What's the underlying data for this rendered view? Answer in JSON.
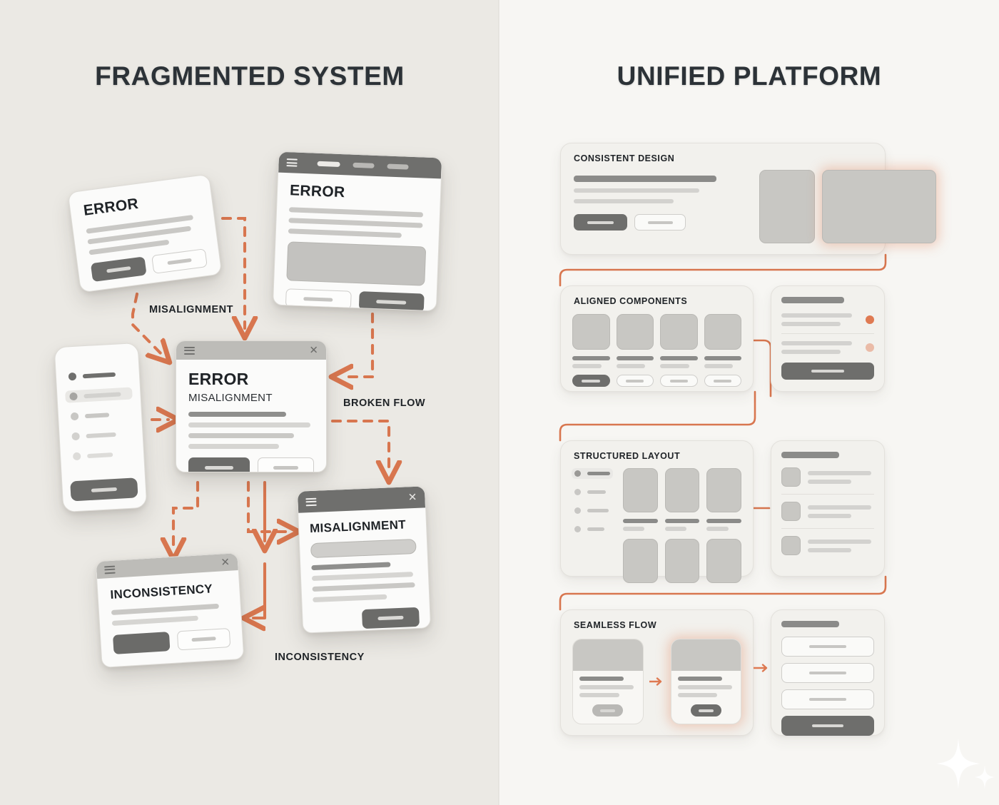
{
  "left": {
    "title": "FRAGMENTED SYSTEM",
    "background": "#ebe9e4",
    "accent": "#d8764f",
    "cards": {
      "error_tilt": {
        "heading": "ERROR"
      },
      "error_browser": {
        "heading": "ERROR"
      },
      "error_main": {
        "heading": "ERROR",
        "subheading": "MISALIGNMENT"
      },
      "misalignment": {
        "heading": "MISALIGNMENT"
      },
      "inconsistency": {
        "heading": "INCONSISTENCY"
      }
    },
    "flow_labels": [
      {
        "text": "MISALIGNMENT"
      },
      {
        "text": "BROKEN FLOW"
      },
      {
        "text": "INCONSISTENCY"
      }
    ]
  },
  "right": {
    "title": "UNIFIED PLATFORM",
    "background": "#f7f6f3",
    "accent": "#df7a52",
    "sections": [
      {
        "title": "CONSISTENT DESIGN"
      },
      {
        "title": "ALIGNED COMPONENTS"
      },
      {
        "title": "STRUCTURED LAYOUT"
      },
      {
        "title": "SEAMLESS FLOW"
      }
    ]
  },
  "icons": {
    "hamburger": "hamburger-icon",
    "close": "close-icon",
    "sparkle": "sparkle-icon",
    "arrow": "arrow-icon"
  }
}
